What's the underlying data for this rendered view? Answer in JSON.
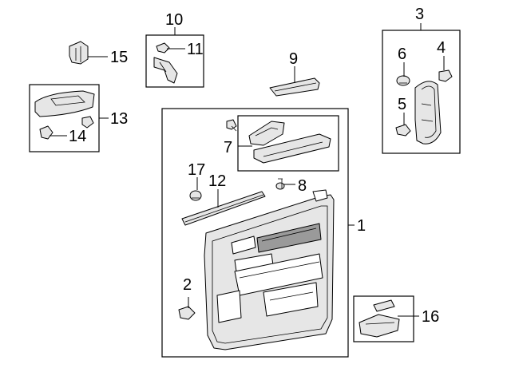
{
  "diagram": {
    "callouts": [
      {
        "id": "c1",
        "label": "1"
      },
      {
        "id": "c2",
        "label": "2"
      },
      {
        "id": "c3",
        "label": "3"
      },
      {
        "id": "c4",
        "label": "4"
      },
      {
        "id": "c5",
        "label": "5"
      },
      {
        "id": "c6",
        "label": "6"
      },
      {
        "id": "c7",
        "label": "7"
      },
      {
        "id": "c8",
        "label": "8"
      },
      {
        "id": "c9",
        "label": "9"
      },
      {
        "id": "c10",
        "label": "10"
      },
      {
        "id": "c11",
        "label": "11"
      },
      {
        "id": "c12",
        "label": "12"
      },
      {
        "id": "c13",
        "label": "13"
      },
      {
        "id": "c14",
        "label": "14"
      },
      {
        "id": "c15",
        "label": "15"
      },
      {
        "id": "c16",
        "label": "16"
      },
      {
        "id": "c17",
        "label": "17"
      }
    ],
    "colors": {
      "line": "#000000",
      "background": "#ffffff",
      "part_shade": "#e6e6e6",
      "part_dark": "#9a9a9a"
    }
  }
}
